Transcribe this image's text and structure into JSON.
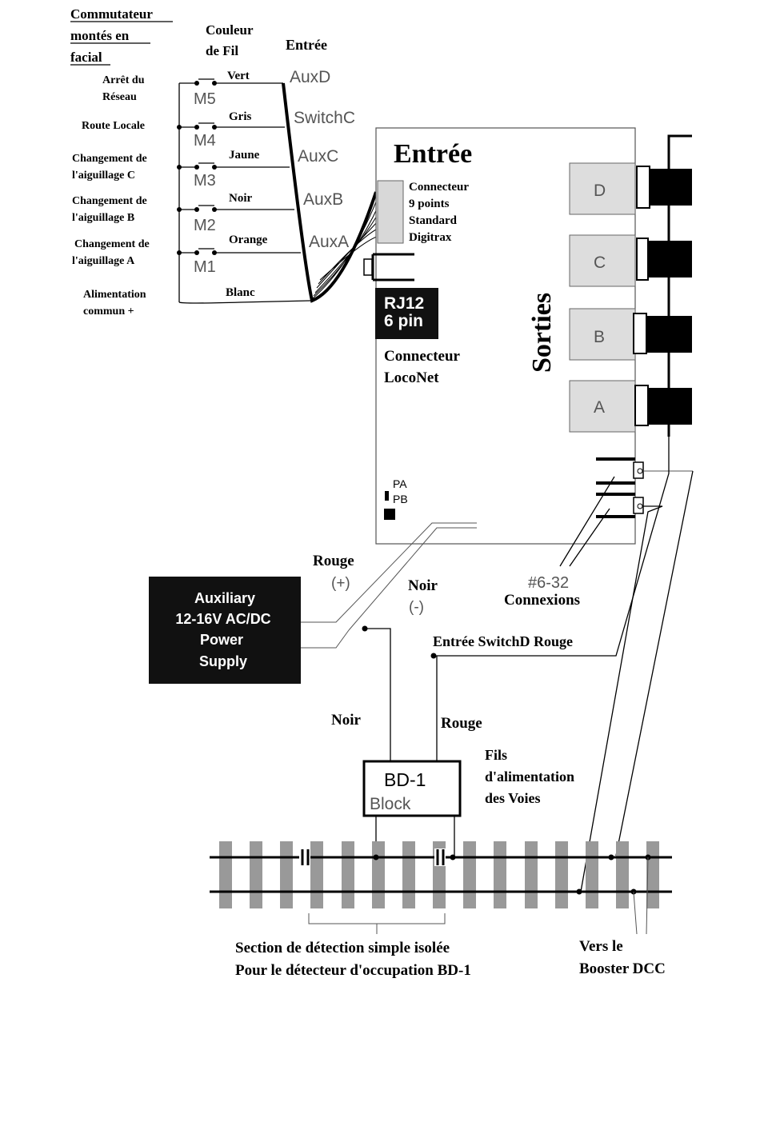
{
  "switch_panel": {
    "heading_lines": [
      "Commutateur",
      "montés en",
      "facial"
    ],
    "wire_color_heading_lines": [
      "Couleur",
      "de Fil"
    ],
    "input_heading": "Entrée",
    "rows": [
      {
        "function_lines": [
          "Arrêt du",
          "Réseau"
        ],
        "switch": "M5",
        "wire_color": "Vert",
        "input": "AuxD"
      },
      {
        "function_lines": [
          "Route Locale"
        ],
        "switch": "M4",
        "wire_color": "Gris",
        "input": "SwitchC"
      },
      {
        "function_lines": [
          "Changement de",
          "l'aiguillage C"
        ],
        "switch": "M3",
        "wire_color": "Jaune",
        "input": "AuxC"
      },
      {
        "function_lines": [
          "Changement de",
          "l'aiguillage B"
        ],
        "switch": "M2",
        "wire_color": "Noir",
        "input": "AuxB"
      },
      {
        "function_lines": [
          "Changement de",
          "l'aiguillage A"
        ],
        "switch": "M1",
        "wire_color": "Orange",
        "input": "AuxA"
      }
    ],
    "common": {
      "function_lines": [
        "Alimentation",
        "commun +"
      ],
      "wire_color": "Blanc"
    }
  },
  "module": {
    "title": "Entrée",
    "connector_label_lines": [
      "Connecteur",
      "9 points",
      "Standard",
      "Digitrax"
    ],
    "rj12_lines": [
      "RJ12",
      "6 pin"
    ],
    "loconet_label_lines": [
      "Connecteur",
      "LocoNet"
    ],
    "outputs_label": "Sorties",
    "outputs": [
      "D",
      "C",
      "B",
      "A"
    ],
    "pa_label": "PA",
    "pb_label": "PB"
  },
  "connections": {
    "screw_label": "#6-32",
    "label": "Connexions"
  },
  "power_supply": {
    "lines": [
      "Auxiliary",
      "12-16V AC/DC",
      "Power",
      "Supply"
    ],
    "rouge_label": "Rouge",
    "plus_label": "(+)",
    "noir_label": "Noir",
    "minus_label": "(-)"
  },
  "wiring": {
    "switchd_label": "Entrée SwitchD Rouge",
    "noir_label": "Noir",
    "rouge_label": "Rouge",
    "feeders_lines": [
      "Fils",
      "d'alimentation",
      "des Voies"
    ]
  },
  "bd1": {
    "title": "BD-1",
    "subtitle": "Block"
  },
  "track": {
    "section_lines": [
      "Section de détection simple isolée",
      "Pour le détecteur d'occupation BD-1"
    ],
    "booster_lines": [
      "Vers le",
      "Booster DCC"
    ]
  }
}
